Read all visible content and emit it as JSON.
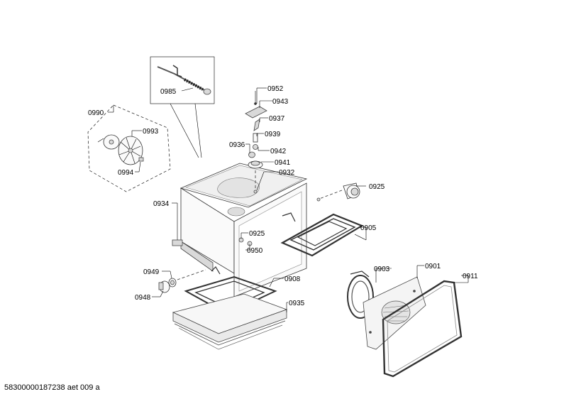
{
  "document_id": "58300000187238 aet 009 a",
  "callouts": {
    "c0985": "0985",
    "c0952": "0952",
    "c0943": "0943",
    "c0937": "0937",
    "c0939": "0939",
    "c0936": "0936",
    "c0942": "0942",
    "c0941": "0941",
    "c0932": "0932",
    "c0990": "0990",
    "c0993": "0993",
    "c0994": "0994",
    "c0934": "0934",
    "c0925a": "0925",
    "c0925b": "0925",
    "c0905": "0905",
    "c0950": "0950",
    "c0949": "0949",
    "c0948": "0948",
    "c0908": "0908",
    "c0935": "0935",
    "c0903": "0903",
    "c0901": "0901",
    "c0911": "0911"
  }
}
